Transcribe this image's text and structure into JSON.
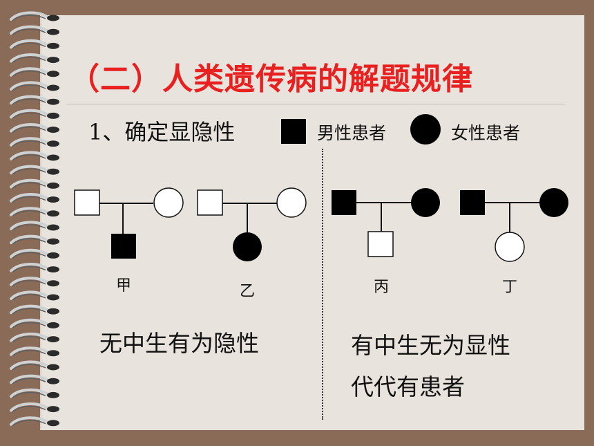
{
  "title": "（二）人类遗传病的解题规律",
  "section": "1、确定显隐性",
  "legend": {
    "male_affected": "男性患者",
    "female_affected": "女性患者"
  },
  "pedigrees": [
    {
      "label": "甲"
    },
    {
      "label": "乙"
    },
    {
      "label": "丙"
    },
    {
      "label": "丁"
    }
  ],
  "rules": {
    "recessive": "无中生有为隐性",
    "dominant_1": "有中生无为显性",
    "dominant_2": "代代有患者"
  },
  "colors": {
    "title": "#e8201f",
    "paper": "#e9e3dd",
    "frame": "#8a6b58",
    "affected": "#000000",
    "unaffected": "#ffffff"
  }
}
